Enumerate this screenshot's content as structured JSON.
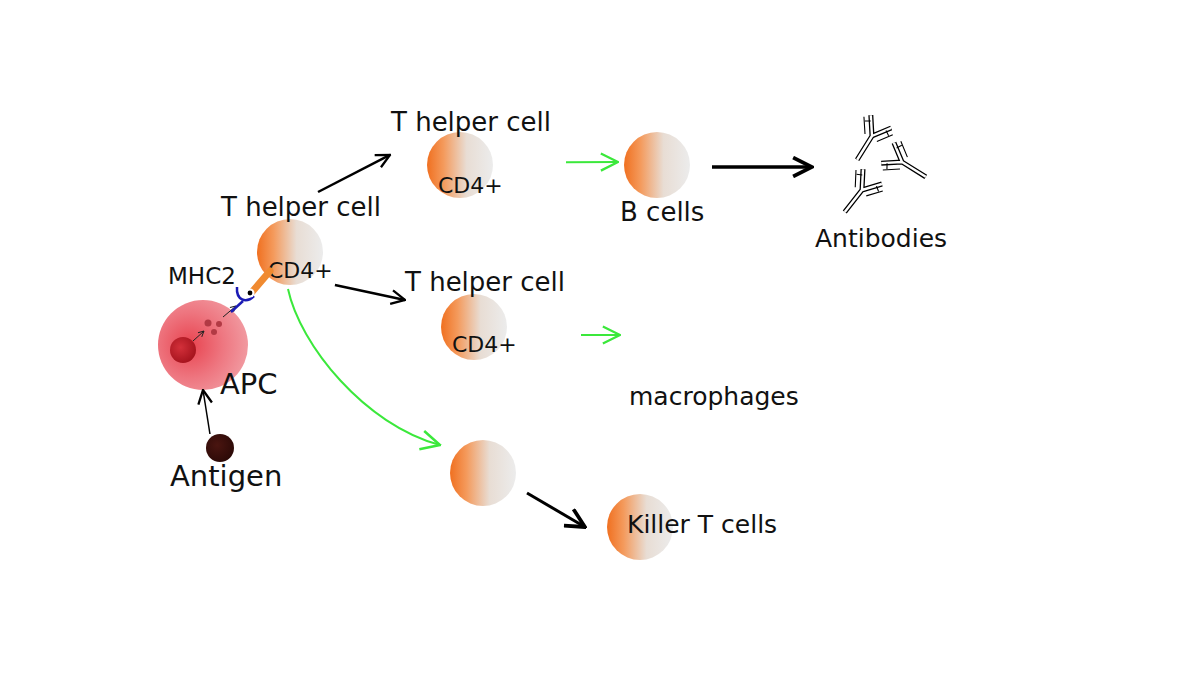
{
  "diagram": {
    "nodes": [
      {
        "text": [
          "T helper cell",
          "CD4+"
        ]
      },
      {
        "text": [
          "B cells"
        ]
      },
      {
        "text": [
          "Antibodies"
        ]
      },
      {
        "text": [
          "T helper cell",
          "CD4+"
        ]
      },
      {
        "text": [
          "APC"
        ]
      },
      {
        "text": [
          "T helper cell",
          "CD4+"
        ]
      },
      {
        "text": [
          "macrophages"
        ]
      },
      {
        "text": [
          "Antigen"
        ]
      },
      {
        "text": [
          "Killer T cells"
        ]
      }
    ],
    "edges": [
      {
        "from": 7,
        "to": 4,
        "arrow": "to"
      },
      {
        "from": 3,
        "to": 0,
        "arrow": "to"
      },
      {
        "from": 3,
        "to": 5,
        "arrow": "to"
      },
      {
        "from": 0,
        "to": 1,
        "arrow": "to"
      },
      {
        "from": 1,
        "to": 2,
        "arrow": "to"
      },
      {
        "from": 5,
        "to": 6,
        "arrow": "to"
      }
    ],
    "labels": [
      "MHC2"
    ]
  }
}
